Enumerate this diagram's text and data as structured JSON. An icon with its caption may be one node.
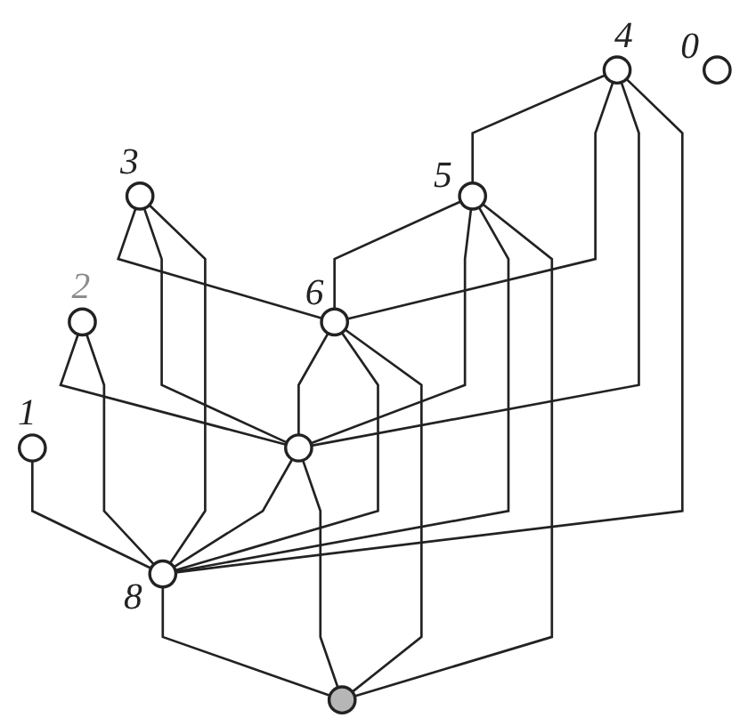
{
  "diagram": {
    "nodes": [
      {
        "text": [],
        "shape": "circle",
        "beside": [
          "4"
        ]
      },
      {
        "text": [],
        "shape": "circle",
        "beside": [
          "3"
        ]
      },
      {
        "text": [],
        "shape": "circle",
        "beside": [
          "5"
        ]
      },
      {
        "text": [],
        "shape": "circle",
        "beside": [
          "2"
        ]
      },
      {
        "text": [],
        "shape": "circle",
        "beside": [
          "6"
        ]
      },
      {
        "text": [],
        "shape": "circle",
        "beside": [
          "1"
        ]
      },
      {
        "text": [],
        "shape": "circle"
      },
      {
        "text": [],
        "shape": "circle",
        "beside": [
          "0"
        ]
      },
      {
        "text": [],
        "shape": "circle",
        "beside": [
          "8"
        ]
      },
      {
        "text": [],
        "shape": "circle"
      }
    ],
    "edges": [
      {
        "from": 0,
        "to": 2,
        "arrow": "none"
      },
      {
        "from": 0,
        "to": 4,
        "arrow": "none"
      },
      {
        "from": 0,
        "to": 6,
        "arrow": "none"
      },
      {
        "from": 0,
        "to": 8,
        "arrow": "none"
      },
      {
        "from": 1,
        "to": 4,
        "arrow": "none"
      },
      {
        "from": 1,
        "to": 6,
        "arrow": "none"
      },
      {
        "from": 1,
        "to": 8,
        "arrow": "none"
      },
      {
        "from": 2,
        "to": 4,
        "arrow": "none"
      },
      {
        "from": 2,
        "to": 6,
        "arrow": "none"
      },
      {
        "from": 2,
        "to": 8,
        "arrow": "none"
      },
      {
        "from": 2,
        "to": 9,
        "arrow": "none"
      },
      {
        "from": 3,
        "to": 6,
        "arrow": "none"
      },
      {
        "from": 3,
        "to": 8,
        "arrow": "none"
      },
      {
        "from": 4,
        "to": 6,
        "arrow": "none"
      },
      {
        "from": 4,
        "to": 8,
        "arrow": "none"
      },
      {
        "from": 4,
        "to": 9,
        "arrow": "none"
      },
      {
        "from": 5,
        "to": 8,
        "arrow": "none"
      },
      {
        "from": 6,
        "to": 8,
        "arrow": "none"
      },
      {
        "from": 6,
        "to": 9,
        "arrow": "none"
      },
      {
        "from": 8,
        "to": 9,
        "arrow": "none"
      }
    ]
  }
}
